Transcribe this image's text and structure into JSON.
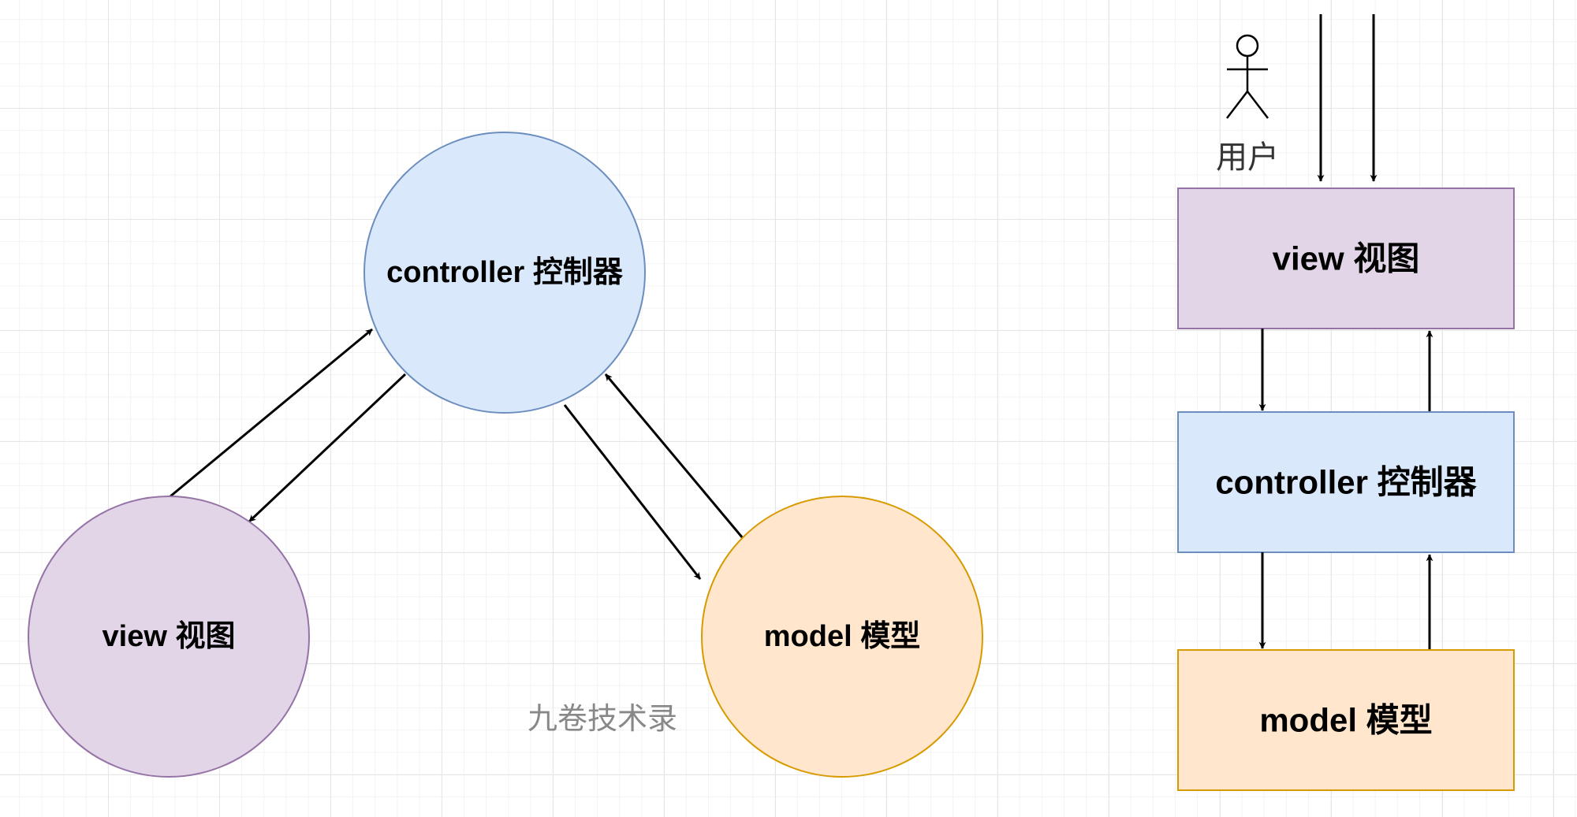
{
  "colors": {
    "controller_fill": "#dae8fc",
    "controller_stroke": "#6c8ebf",
    "view_fill": "#e1d5e7",
    "view_stroke": "#9673a6",
    "model_fill": "#ffe6cc",
    "model_stroke": "#d79b00",
    "edge": "#000000"
  },
  "cycle_diagram": {
    "controller": {
      "label": "controller 控制器"
    },
    "view": {
      "label": "view 视图"
    },
    "model": {
      "label": "model 模型"
    }
  },
  "layer_diagram": {
    "user": {
      "label": "用户",
      "icon": "person-icon"
    },
    "view": {
      "label": "view 视图"
    },
    "controller": {
      "label": "controller 控制器"
    },
    "model": {
      "label": "model 模型"
    }
  },
  "watermark": "九卷技术录"
}
